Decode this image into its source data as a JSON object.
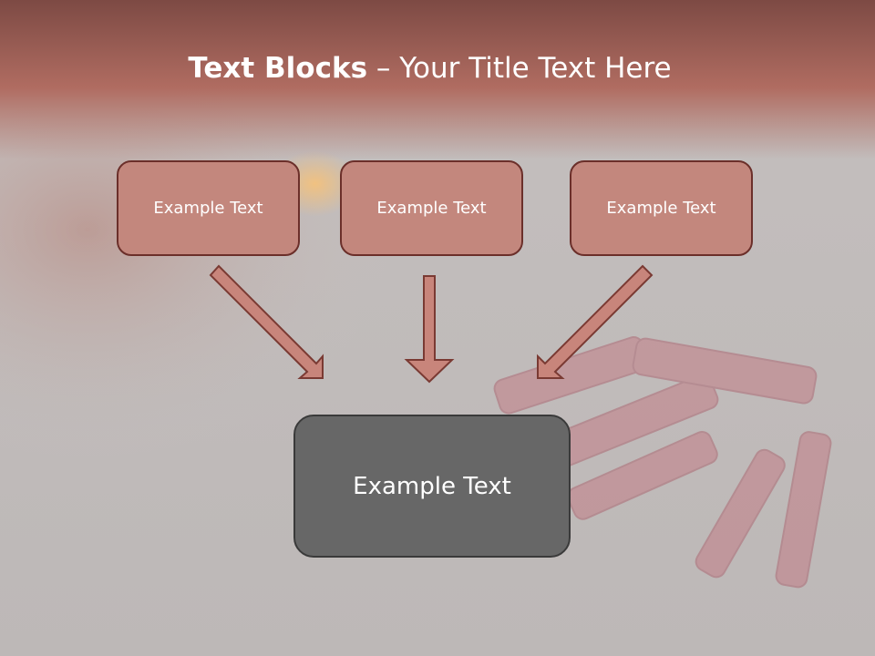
{
  "slide": {
    "title_bold": "Text Blocks",
    "title_separator": " – ",
    "title_rest": "Your Title Text Here"
  },
  "blocks": {
    "top": [
      {
        "label": "Example Text"
      },
      {
        "label": "Example Text"
      },
      {
        "label": "Example Text"
      }
    ],
    "bottom": {
      "label": "Example Text"
    }
  },
  "colors": {
    "header_band": "#a8685e",
    "top_block_fill": "#c3877d",
    "top_block_border": "#6b2f2a",
    "bottom_block_fill": "#676767",
    "bottom_block_border": "#3a3a3a",
    "arrow_fill": "#c8857b",
    "arrow_stroke": "#7a3a33"
  }
}
